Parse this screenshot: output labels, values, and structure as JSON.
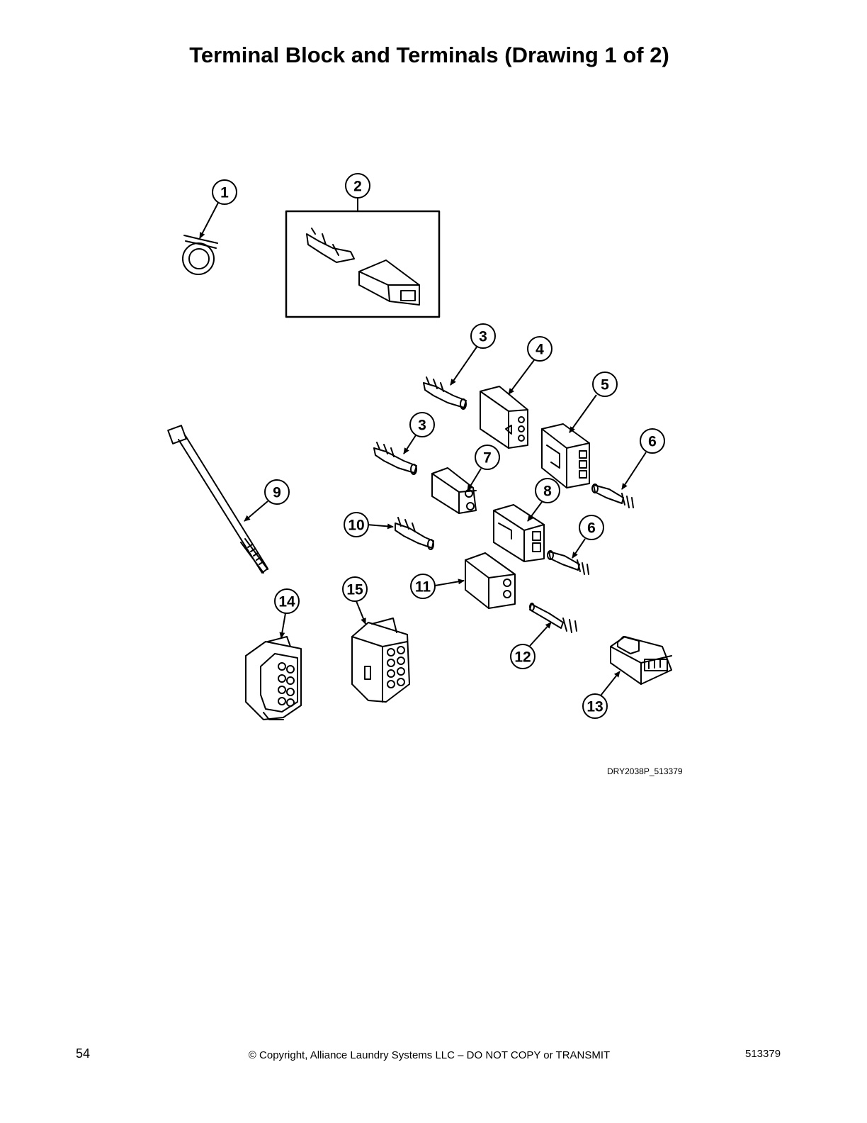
{
  "title": "Terminal Block and Terminals (Drawing 1 of 2)",
  "drawing_id": "DRY2038P_513379",
  "footer": {
    "page_number": "54",
    "copyright": "© Copyright, Alliance Laundry Systems LLC – DO NOT COPY or TRANSMIT",
    "doc_number": "513379"
  },
  "callouts": {
    "c1": "1",
    "c2": "2",
    "c3a": "3",
    "c3b": "3",
    "c4": "4",
    "c5": "5",
    "c6a": "6",
    "c6b": "6",
    "c7": "7",
    "c8": "8",
    "c9": "9",
    "c10": "10",
    "c11": "11",
    "c12": "12",
    "c13": "13",
    "c14": "14",
    "c15": "15"
  }
}
